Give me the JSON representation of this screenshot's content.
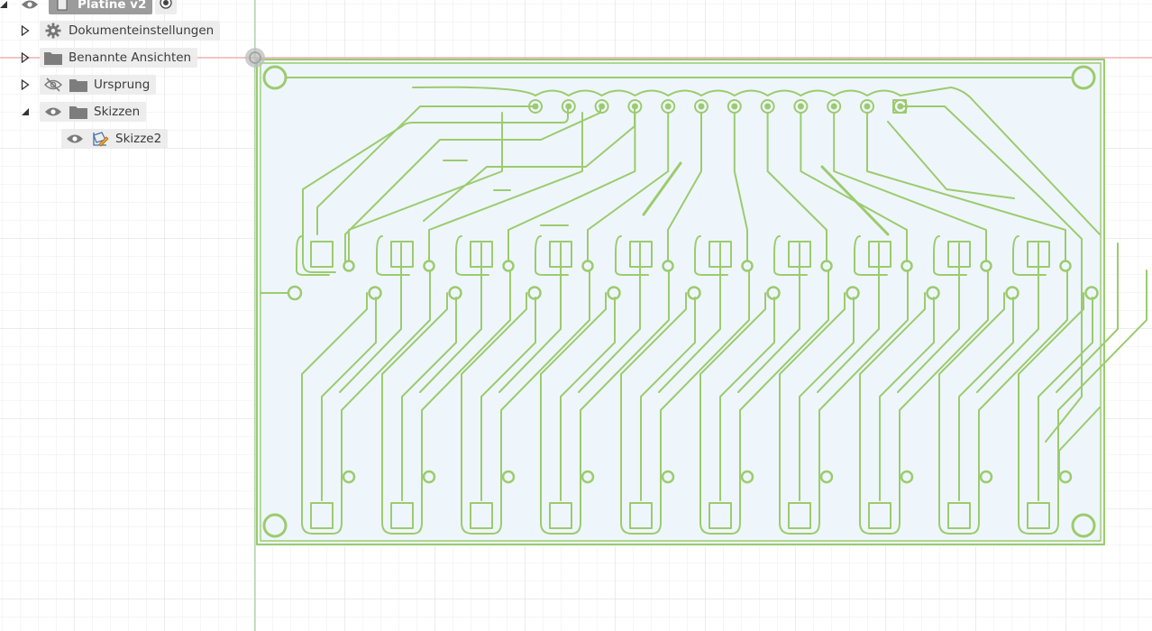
{
  "browser": {
    "root": {
      "label": "Platine v2"
    },
    "items": [
      {
        "label": "Dokumenteinstellungen",
        "expanded": false,
        "visible": null
      },
      {
        "label": "Benannte Ansichten",
        "expanded": false,
        "visible": null
      },
      {
        "label": "Ursprung",
        "expanded": false,
        "visible": false
      },
      {
        "label": "Skizzen",
        "expanded": true,
        "visible": true
      },
      {
        "label": "Skizze2",
        "expanded": null,
        "visible": true
      }
    ]
  },
  "colors": {
    "trace": "#9ccb6e",
    "board_fill": "#eef6fb",
    "grid_minor": "#ececec",
    "grid_major": "#d6d6d6",
    "axis_x": "#e88a8a",
    "axis_y": "#8fd48f"
  },
  "icons": {
    "visibility": "eye-icon",
    "hidden": "eye-slash-icon",
    "settings": "gear-icon",
    "folder": "folder-icon",
    "sketch": "sketch-icon",
    "component": "component-icon",
    "activate": "radio-icon",
    "collapse": "triangle-down-icon",
    "expand": "triangle-right-icon",
    "origin": "origin-point-icon"
  }
}
